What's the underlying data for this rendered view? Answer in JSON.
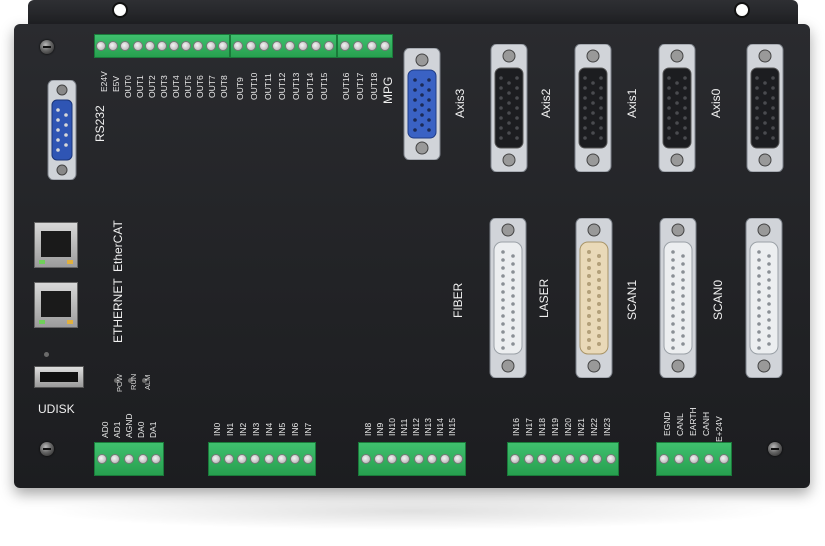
{
  "device": {
    "top_connector_labels": [
      "RS232",
      "MPG",
      "Axis3",
      "Axis2",
      "Axis1",
      "Axis0"
    ],
    "power_outputs": [
      "E24V",
      "E5V"
    ],
    "outputs_group1": [
      "OUT0",
      "OUT1",
      "OUT2",
      "OUT3",
      "OUT4",
      "OUT5",
      "OUT6",
      "OUT7",
      "OUT8"
    ],
    "outputs_group2": [
      "OUT9",
      "OUT10",
      "OUT11",
      "OUT12",
      "OUT13",
      "OUT14",
      "OUT15"
    ],
    "outputs_group3": [
      "OUT16",
      "OUT17",
      "OUT18"
    ],
    "network": {
      "ethernet": "ETHERNET",
      "ethercat": "EtherCAT"
    },
    "mid_connector_labels": [
      "FIBER",
      "LASER",
      "SCAN1",
      "SCAN0"
    ],
    "leds": [
      "POW",
      "RUN",
      "ALM"
    ],
    "usb_label": "UDISK",
    "analog_labels": [
      "AD0",
      "AD1",
      "AGND",
      "DA0",
      "DA1"
    ],
    "inputs_group1": [
      "IN0",
      "IN1",
      "IN2",
      "IN3",
      "IN4",
      "IN5",
      "IN6",
      "IN7"
    ],
    "inputs_group2": [
      "IN8",
      "IN9",
      "IN10",
      "IN11",
      "IN12",
      "IN13",
      "IN14",
      "IN15"
    ],
    "inputs_group3": [
      "IN16",
      "IN17",
      "IN18",
      "IN19",
      "IN20",
      "IN21",
      "IN22",
      "IN23"
    ],
    "can_labels": [
      "EGND",
      "CANL",
      "EARTH",
      "CANH",
      "E+24V"
    ]
  },
  "colors": {
    "panel": "#232427",
    "terminal_green": "#33b463",
    "vga_blue": "#3a62c4",
    "beige_connector": "#e9d9b8"
  }
}
